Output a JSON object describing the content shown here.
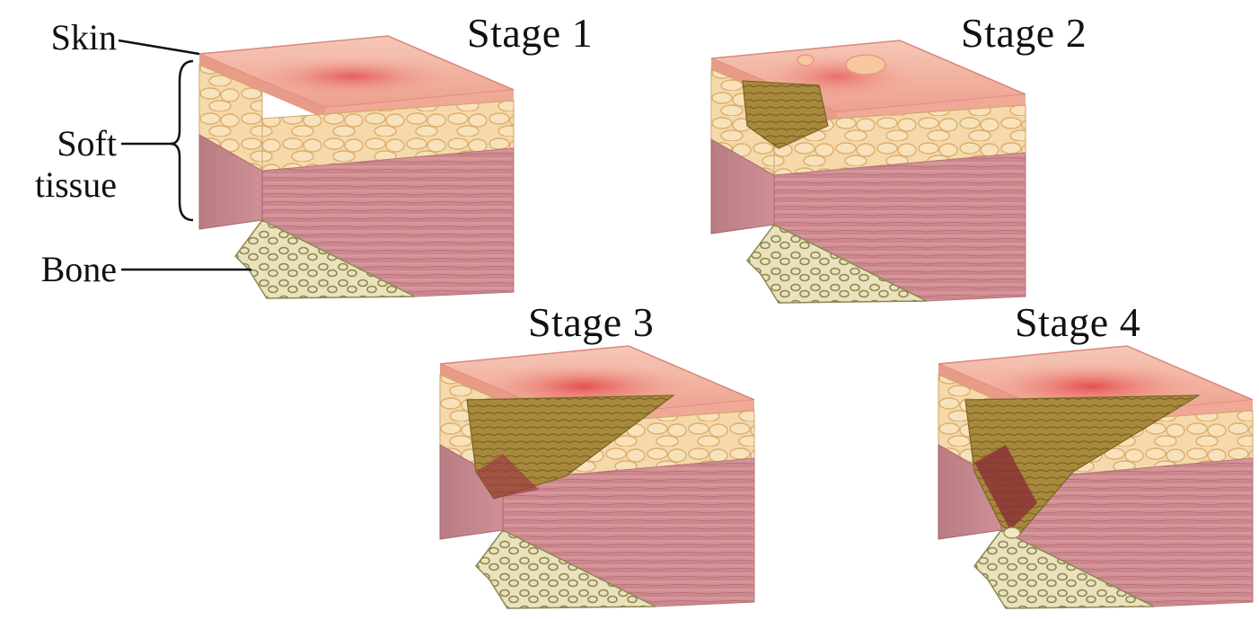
{
  "labels": {
    "skin": "Skin",
    "soft_tissue_line1": "Soft",
    "soft_tissue_line2": "tissue",
    "bone": "Bone"
  },
  "stages": [
    {
      "title": "Stage 1",
      "wound_depth": "none"
    },
    {
      "title": "Stage 2",
      "wound_depth": "skin"
    },
    {
      "title": "Stage 3",
      "wound_depth": "soft-tissue"
    },
    {
      "title": "Stage 4",
      "wound_depth": "bone"
    }
  ],
  "colors": {
    "skin_top": "#f2b3a3",
    "skin_edge": "#e89c88",
    "fat": "#f3d4a6",
    "fat_cell": "#e0b67a",
    "muscle": "#cf8f93",
    "muscle_line": "#b06e74",
    "bone": "#e6dfb6",
    "bone_cell": "#8f8a55",
    "wound_red": "#d9474a",
    "wound_yellow": "#a88a3a"
  }
}
